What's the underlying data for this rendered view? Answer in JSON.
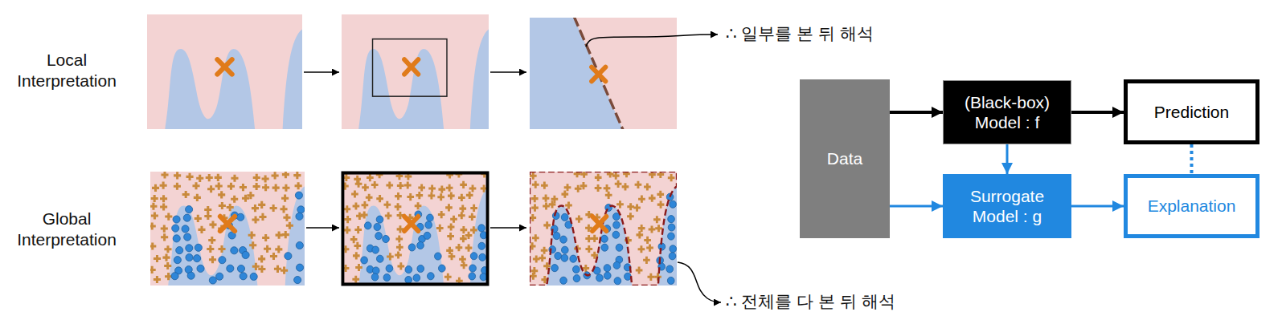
{
  "diagram": {
    "nodes": [
      {
        "text": [
          "Data"
        ]
      },
      {
        "text": [
          "(Black-box) Model : f"
        ]
      },
      {
        "text": [
          "Prediction"
        ]
      },
      {
        "text": [
          "Surrogate Model : g"
        ]
      },
      {
        "text": [
          "Explanation"
        ]
      }
    ],
    "edges": [
      {
        "from": 0,
        "to": 1,
        "arrow": "to"
      },
      {
        "from": 1,
        "to": 2,
        "arrow": "to"
      },
      {
        "from": 1,
        "to": 3,
        "arrow": "to"
      },
      {
        "from": 0,
        "to": 3,
        "arrow": "to"
      },
      {
        "from": 3,
        "to": 4,
        "arrow": "to"
      },
      {
        "from": 2,
        "to": 4,
        "arrow": "none"
      }
    ],
    "labels": [
      "Local Interpretation",
      "Global Interpretation",
      "∴ 일부를 본 뒤 해석",
      "∴ 전체를 다 본 뒤 해석"
    ]
  }
}
